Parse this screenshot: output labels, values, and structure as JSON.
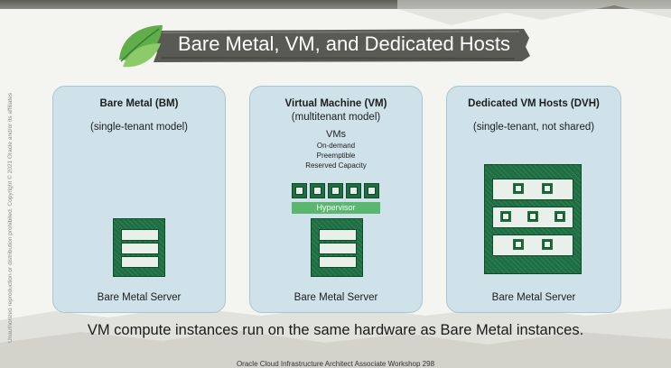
{
  "slide": {
    "title": "Bare Metal, VM, and Dedicated Hosts",
    "side_note": "Unauthorized reproduction or distribution prohibited. Copyright © 2021 Oracle and/or its affiliates",
    "caption": "VM compute instances run on the same hardware as Bare Metal instances.",
    "footer": "Oracle Cloud Infrastructure Architect Associate Workshop   298"
  },
  "panels": [
    {
      "title": "Bare Metal (BM)",
      "subtitle": "(single-tenant model)",
      "footer": "Bare Metal Server"
    },
    {
      "title": "Virtual Machine (VM)",
      "subtitle": "(multitenant model)",
      "vms_heading": "VMs",
      "vm_options": [
        "On-demand",
        "Preemptible",
        "Reserved Capacity"
      ],
      "hypervisor": "Hypervisor",
      "footer": "Bare Metal Server"
    },
    {
      "title": "Dedicated VM Hosts (DVH)",
      "subtitle": "(single-tenant, not shared)",
      "footer": "Bare Metal Server"
    }
  ],
  "colors": {
    "panel_bg": "#cfe2ea",
    "server_green": "#1f6d43",
    "hypervisor_green": "#59b86d",
    "banner_bg": "#5a5a54"
  }
}
